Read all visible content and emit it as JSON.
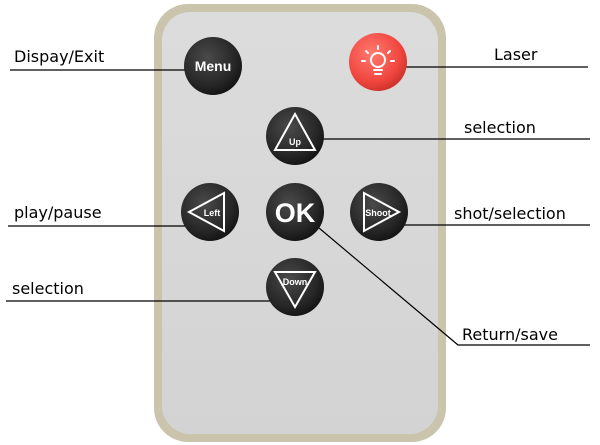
{
  "buttons": {
    "menu": "Menu",
    "up": "Up",
    "left": "Left",
    "ok": "OK",
    "shoot": "Shoot",
    "down": "Down"
  },
  "callouts": {
    "display_exit": "Dispay/Exit",
    "laser": "Laser",
    "up_selection": "selection",
    "play_pause": "play/pause",
    "shot_selection": "shot/selection",
    "down_selection": "selection",
    "return_save": "Return/save"
  },
  "colors": {
    "button": "#262626",
    "laser": "#f0463e",
    "body_trim": "#c9c4ab",
    "body_face": "#d8d8d8"
  },
  "icons": {
    "laser": "lightbulb-icon",
    "up": "triangle-up-icon",
    "left": "triangle-left-icon",
    "shoot": "triangle-right-icon",
    "down": "triangle-down-icon"
  }
}
